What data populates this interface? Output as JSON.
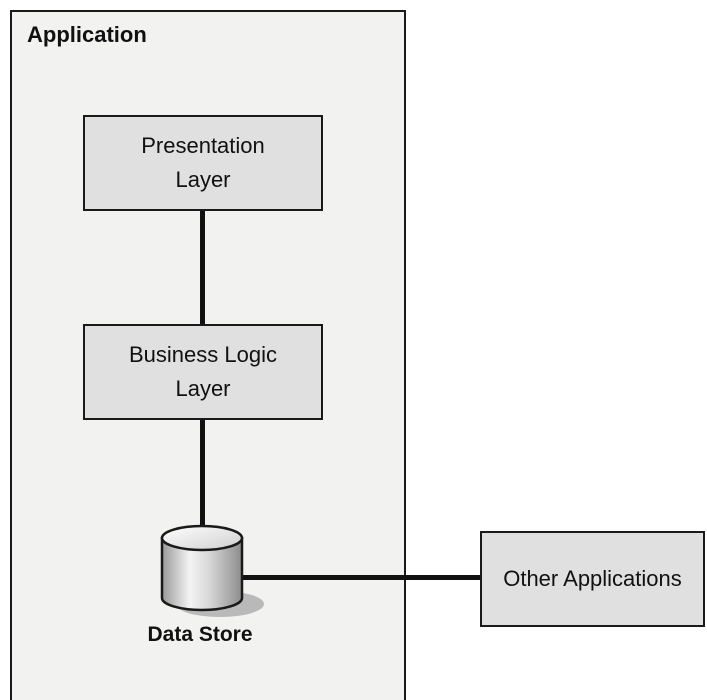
{
  "application": {
    "title": "Application"
  },
  "layers": {
    "presentation": "Presentation\nLayer",
    "business_logic": "Business Logic\nLayer"
  },
  "data_store": {
    "label": "Data Store",
    "icon": "database-cylinder-icon"
  },
  "external": {
    "label": "Other Applications"
  },
  "colors": {
    "container_bg": "#f2f2f0",
    "box_bg": "#e0e0e0",
    "line": "#111111"
  }
}
